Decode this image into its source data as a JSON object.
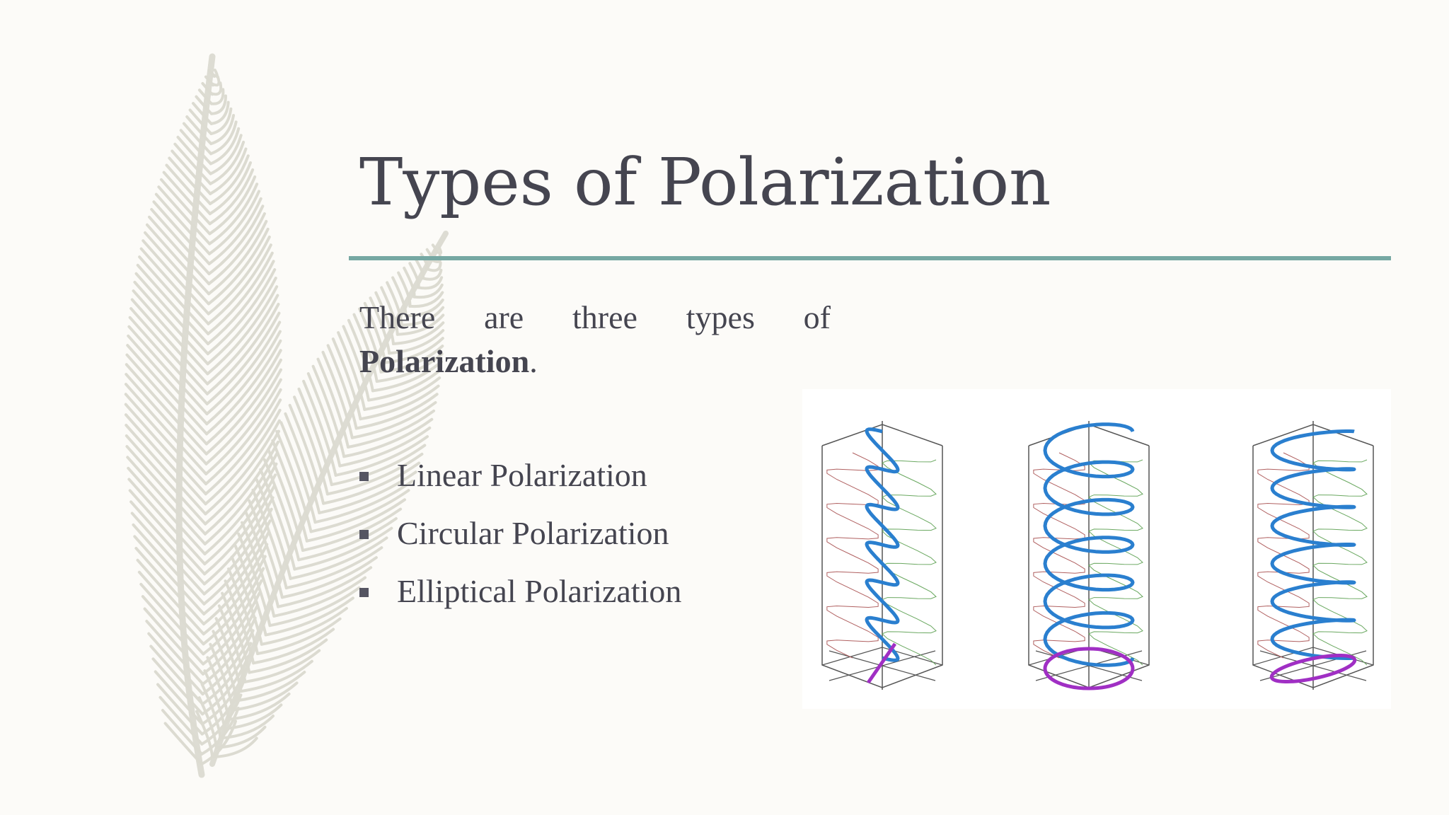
{
  "slide": {
    "title": "Types of Polarization",
    "intro_words": [
      "There",
      "are",
      "three",
      "types",
      "of"
    ],
    "intro_bold": "Polarization",
    "intro_end": ".",
    "bullets": [
      "Linear Polarization",
      "Circular Polarization",
      "Elliptical Polarization"
    ]
  },
  "colors": {
    "background": "#fcfbf8",
    "title": "#454550",
    "rule": "#76a8a3",
    "wave_blue": "#2a7fcf",
    "trace_purple": "#a02fc4",
    "feather": "#dcdbd2"
  },
  "figure": {
    "panels": [
      "linear",
      "circular",
      "elliptical"
    ]
  }
}
